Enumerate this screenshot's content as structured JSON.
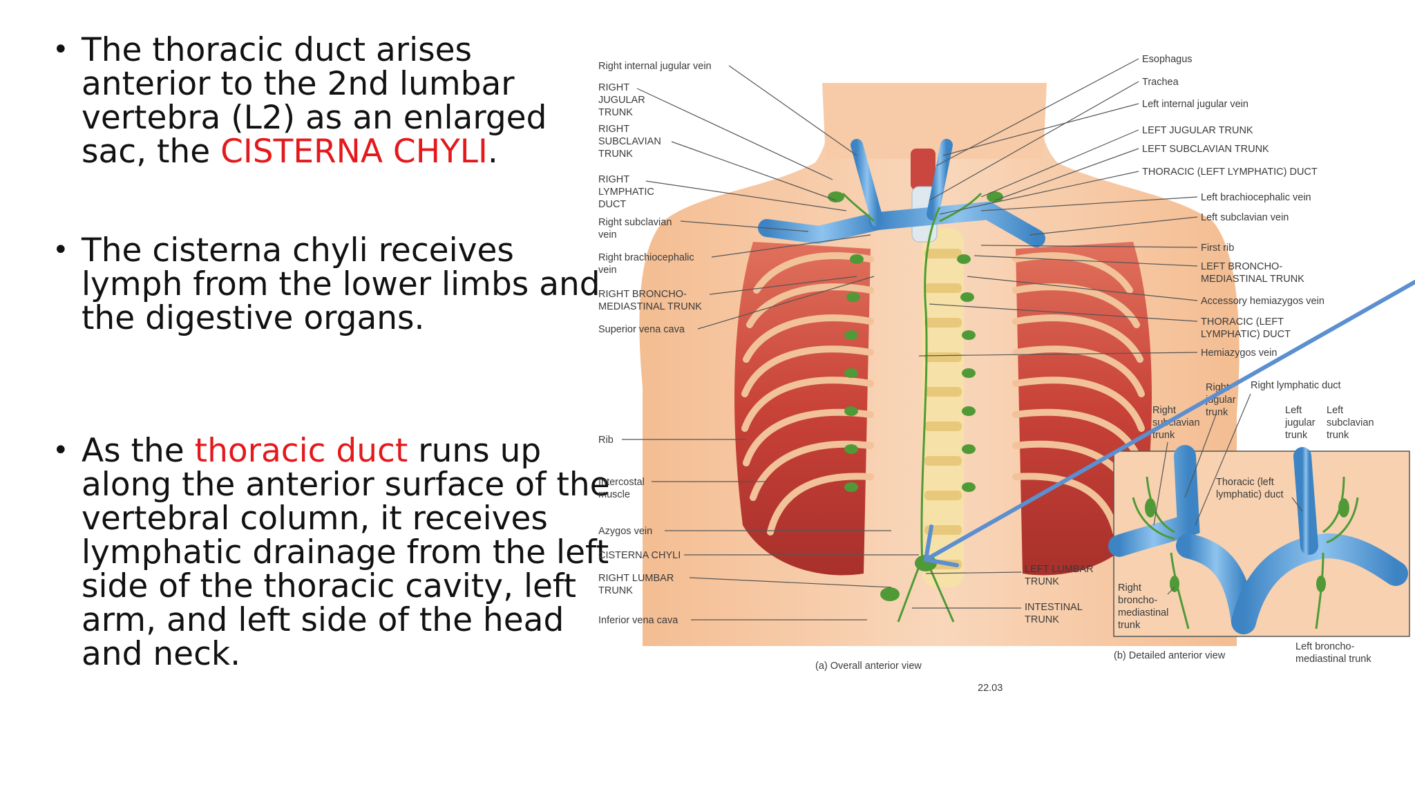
{
  "bullets": [
    {
      "parts": [
        "The thoracic duct arises anterior to the 2nd lumbar vertebra (L2) as an enlarged sac, the ",
        "CISTERNA CHYLI",
        "."
      ]
    },
    {
      "text": "The cisterna chyli receives lymph from the lower limbs and the digestive organs."
    },
    {
      "parts": [
        "As the ",
        "thoracic duct",
        " runs up along the anterior surface of the vertebral column, it receives lymphatic drainage from the left side of the thoracic cavity, left arm, and left side of the head and neck."
      ]
    }
  ],
  "figure": {
    "labels_left": [
      "Right internal jugular vein",
      "RIGHT",
      "JUGULAR",
      "TRUNK",
      "RIGHT",
      "SUBCLAVIAN",
      "TRUNK",
      "RIGHT",
      "LYMPHATIC",
      "DUCT",
      "Right subclavian",
      "vein",
      "Right brachiocephalic",
      "vein",
      "RIGHT BRONCHO-",
      "MEDIASTINAL TRUNK",
      "Superior vena cava",
      "Rib",
      "Intercostal",
      "muscle",
      "Azygos vein",
      "CISTERNA CHYLI",
      "RIGHT LUMBAR",
      "TRUNK",
      "Inferior vena cava"
    ],
    "labels_right": [
      "Esophagus",
      "Trachea",
      "Left internal jugular vein",
      "LEFT JUGULAR TRUNK",
      "LEFT SUBCLAVIAN TRUNK",
      "THORACIC (LEFT LYMPHATIC) DUCT",
      "Left brachiocephalic vein",
      "Left subclavian vein",
      "First rib",
      "LEFT BRONCHO-",
      "MEDIASTINAL TRUNK",
      "Accessory hemiazygos vein",
      "THORACIC (LEFT",
      "LYMPHATIC) DUCT",
      "Hemiazygos vein",
      "LEFT LUMBAR",
      "TRUNK",
      "INTESTINAL",
      "TRUNK"
    ],
    "inset_labels": [
      "Right",
      "jugular",
      "trunk",
      "Right lymphatic duct",
      "Right",
      "subclavian",
      "trunk",
      "Left",
      "jugular",
      "trunk",
      "Left",
      "subclavian",
      "trunk",
      "Thoracic (left",
      "lymphatic) duct",
      "Right",
      "broncho-",
      "mediastinal",
      "trunk",
      "Left broncho-",
      "mediastinal trunk"
    ],
    "caption_a": "(a) Overall anterior view",
    "caption_b": "(b) Detailed anterior view",
    "figure_number": "22.03"
  },
  "colors": {
    "text": "#111111",
    "highlight": "#e3191c",
    "arrow": "#5b8fd0",
    "skin": "#f6c8a3",
    "muscle": "#c9483e",
    "vein": "#5aa0d8",
    "lymph": "#4f9a36"
  }
}
